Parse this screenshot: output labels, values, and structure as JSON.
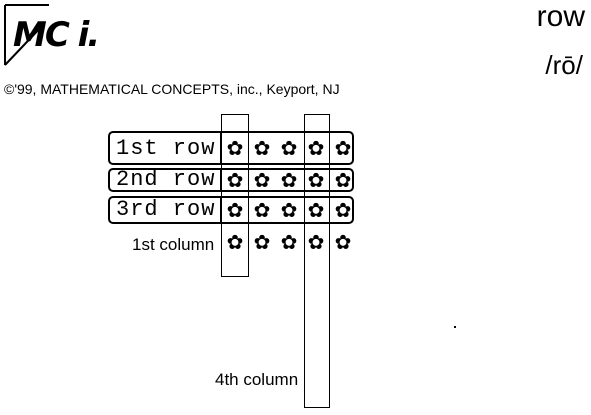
{
  "logo": {
    "text": "MC i."
  },
  "copyright": "©'99, MATHEMATICAL CONCEPTS, inc., Keyport, NJ",
  "word": "row",
  "pronunciation": "/rō/",
  "diagram": {
    "rows": [
      {
        "label": "1st row"
      },
      {
        "label": "2nd row"
      },
      {
        "label": "3rd row"
      }
    ],
    "flower_glyph": "✿",
    "columns_per_row": 5,
    "column_labels": {
      "first": "1st column",
      "fourth": "4th column"
    }
  }
}
